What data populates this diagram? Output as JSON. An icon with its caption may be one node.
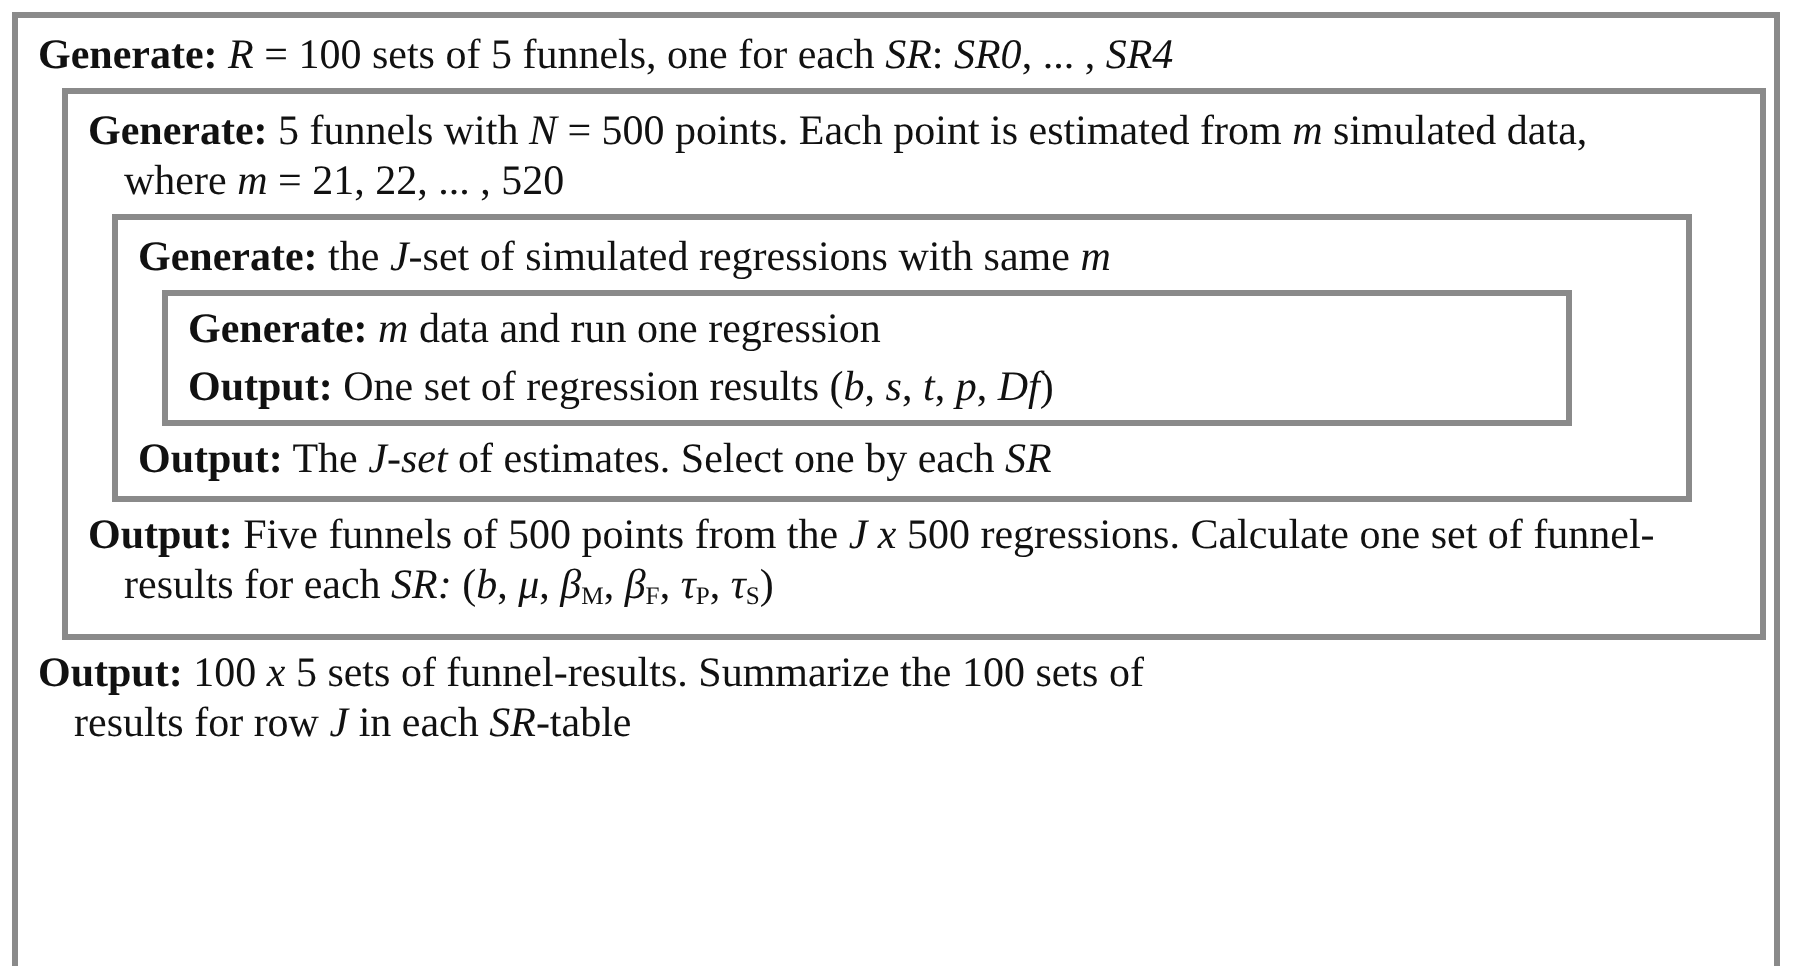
{
  "diagram": {
    "nodes": [
      {
        "text": [
          "**Generate:** *R* = 100 sets of 5 funnels, one for each *SR*: *SR0*, ... , *SR4*",
          "**Output:** 100 *x* 5 sets of funnel-results. Summarize the 100 sets of results for row *J* in each *SR*-table"
        ]
      },
      {
        "text": [
          "**Generate:** 5 funnels with *N* = 500 points. Each point is estimated from *m* simulated data, where *m* = 21, 22, ... , 520",
          "**Output:** Five funnels of 500 points from the *J x* 500 regressions. Calculate one set of funnel-results for each *SR:* (*b*, *μ*, *β*$_{M}$, *β*$_{F}$, *τ*$_{P}$, *τ*$_{S}$)"
        ],
        "in": 0
      },
      {
        "text": [
          "**Generate:** the *J*-set of simulated regressions with same *m*",
          "**Output:** The *J-set* of estimates. Select one by each *SR*"
        ],
        "in": 1
      },
      {
        "text": [
          "**Generate:** *m* data and run one regression",
          "**Output:** One set of regression results (*b*, *s*, *t*, *p*, *Df*)"
        ],
        "in": 2
      }
    ]
  }
}
